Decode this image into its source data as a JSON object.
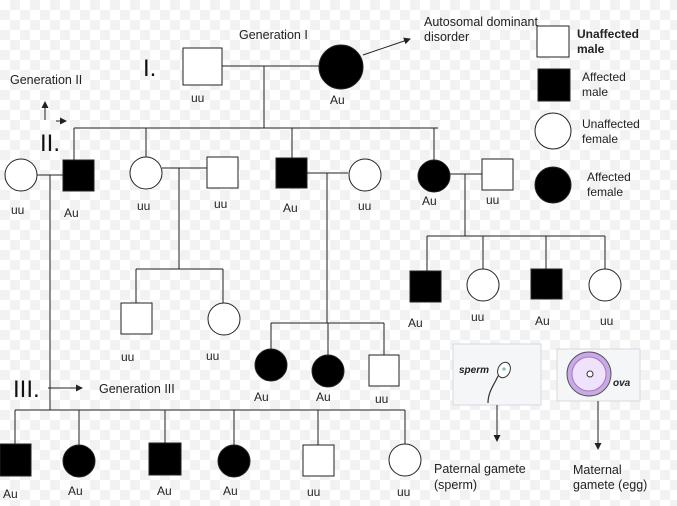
{
  "diagram": {
    "roman": {
      "gen1": "I.",
      "gen2": "II.",
      "gen3": "III."
    },
    "labels": {
      "generation1": "Generation I",
      "generation2": "Generation II",
      "generation3": "Generation III",
      "disorder": "Autosomal dominant\ndisorder"
    },
    "genotypes": {
      "g1_male": "uu",
      "g1_female": "Au",
      "g2_p1": "uu",
      "g2_p2": "Au",
      "g2_p3": "uu",
      "g2_p4": "uu",
      "g2_p5": "Au",
      "g2_p6": "uu",
      "g2_p7": "Au",
      "g2_p8": "uu",
      "c1_male": "uu",
      "c1_female": "uu",
      "c2_f1": "Au",
      "c2_f2": "Au",
      "c2_male": "uu",
      "c3_m1": "Au",
      "c3_f1": "uu",
      "c3_m2": "Au",
      "c3_f2": "uu",
      "g3_p1": "Au",
      "g3_p2": "Au",
      "g3_p3": "Au",
      "g3_p4": "Au",
      "g3_p5": "uu",
      "g3_p6": "uu"
    }
  },
  "legend": {
    "unaffected_male": "Unaffected\nmale",
    "affected_male": "Affected\nmale",
    "unaffected_female": "Unaffected\nfemale",
    "affected_female": "Affected\nfemale"
  },
  "gametes": {
    "sperm_word": "sperm",
    "ova_word": "ova",
    "paternal": "Paternal gamete\n(sperm)",
    "maternal": "Maternal\ngamete (egg)"
  },
  "colors": {
    "affected": "#000000",
    "unaffected": "#ffffff",
    "line": "#222222",
    "ova": "#c9a9e6"
  }
}
